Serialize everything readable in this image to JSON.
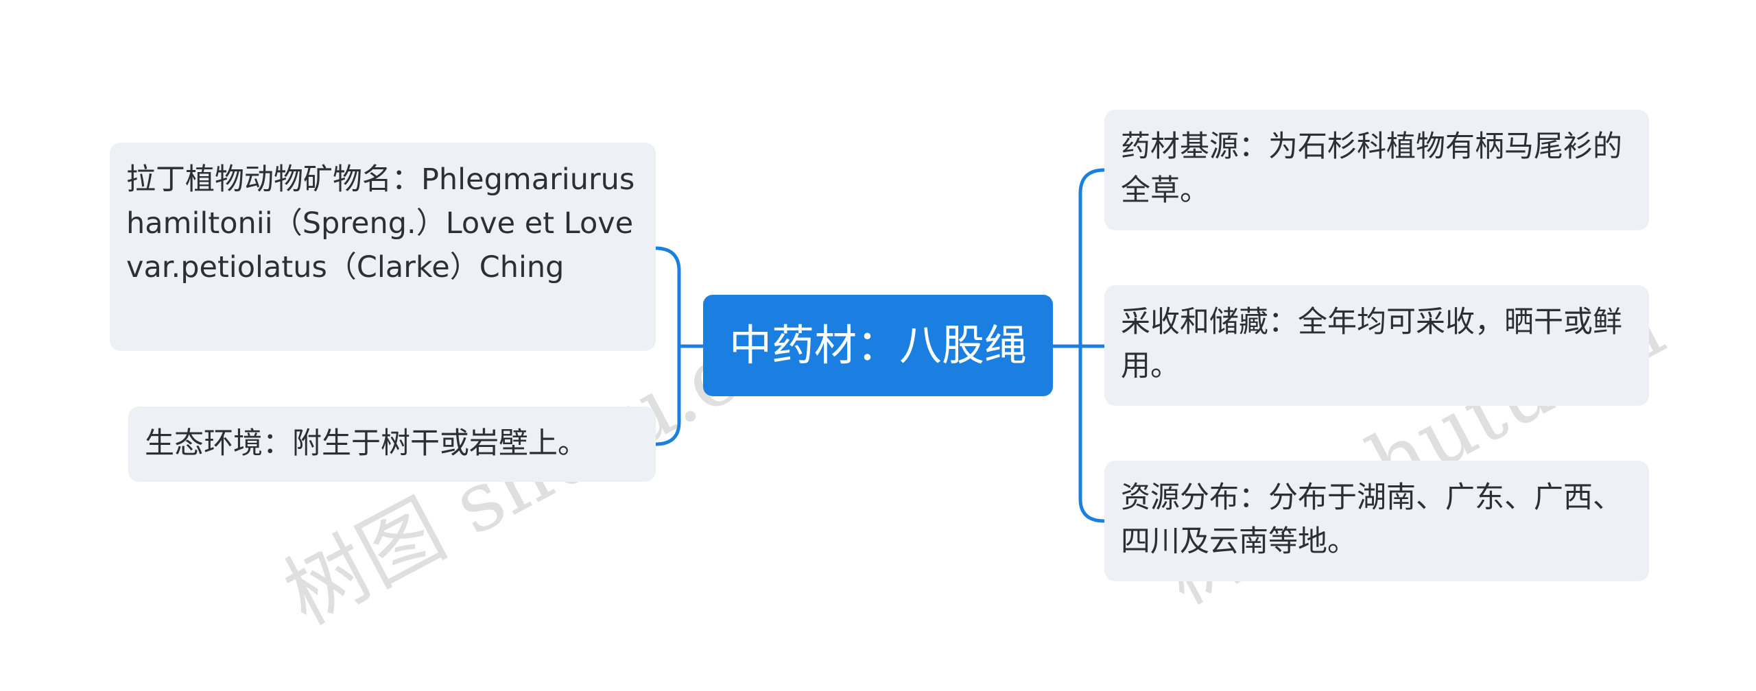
{
  "mindmap": {
    "center": "中药材：八股绳",
    "left": [
      "拉丁植物动物矿物名：Phlegmariurus hamiltonii（Spreng.）Love et Love var.petiolatus（Clarke）Ching",
      "生态环境：附生于树干或岩壁上。"
    ],
    "right": [
      "药材基源：为石杉科植物有柄马尾衫的全草。",
      "采收和储藏：全年均可采收，晒干或鲜用。",
      "资源分布：分布于湖南、广东、广西、四川及云南等地。"
    ]
  },
  "watermark": "树图 shutu.cn",
  "colors": {
    "center_bg": "#1a7fe0",
    "connector": "#1a7fe0",
    "node_bg": "#edf0f4",
    "node_text": "#2b2f36"
  }
}
